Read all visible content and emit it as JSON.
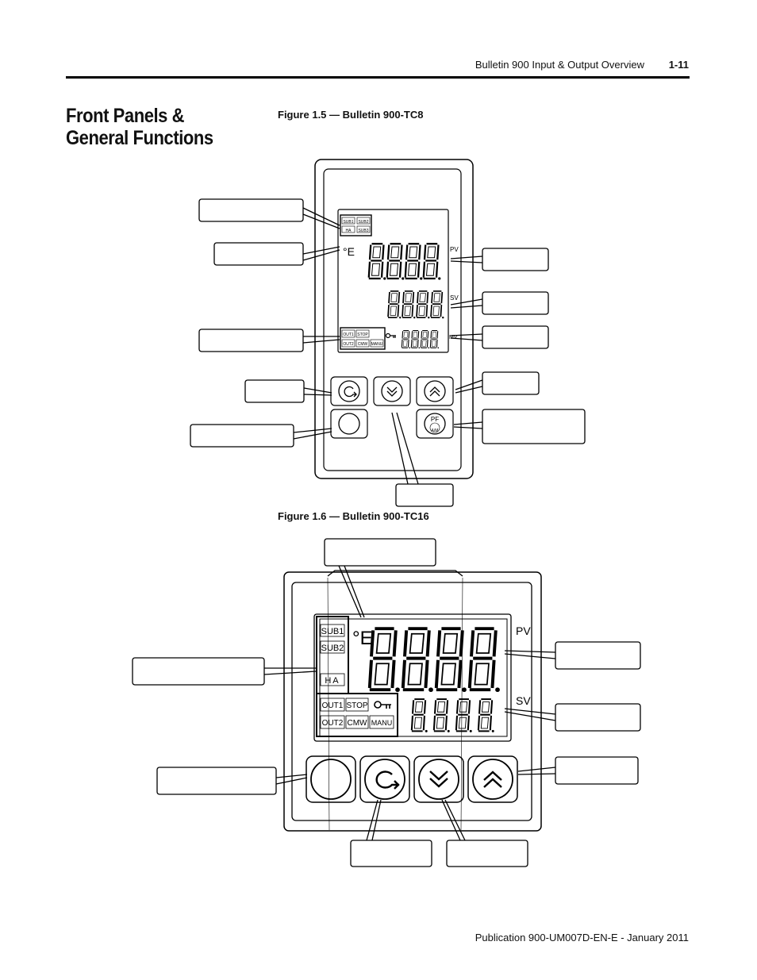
{
  "header": {
    "title": "Bulletin 900 Input & Output Overview",
    "page": "1-11"
  },
  "section_title": "Front Panels & General Functions",
  "figure1": {
    "caption": "Figure 1.5 — Bulletin 900-TC8",
    "status_labels": [
      "SUB1",
      "SUB2",
      "HA",
      "SUB3"
    ],
    "output_labels": [
      "OUT1",
      "STOP",
      "OUT2",
      "CMW",
      "MANU"
    ],
    "pv_label": "PV",
    "sv_label": "SV",
    "mv_label": "MV",
    "pf_label": "PF",
    "am_label": "A/M",
    "unit_symbol": "°E",
    "digits": "8888"
  },
  "figure2": {
    "caption": "Figure 1.6 — Bulletin 900-TC16",
    "status_labels": [
      "SUB1",
      "SUB2",
      "HA"
    ],
    "output_labels": [
      "OUT1",
      "STOP",
      "OUT2",
      "CMW",
      "MANU"
    ],
    "pv_label": "PV",
    "sv_label": "SV",
    "unit_symbol": "°E",
    "digits": "8888"
  },
  "footer": "Publication 900-UM007D-EN-E - January 2011"
}
